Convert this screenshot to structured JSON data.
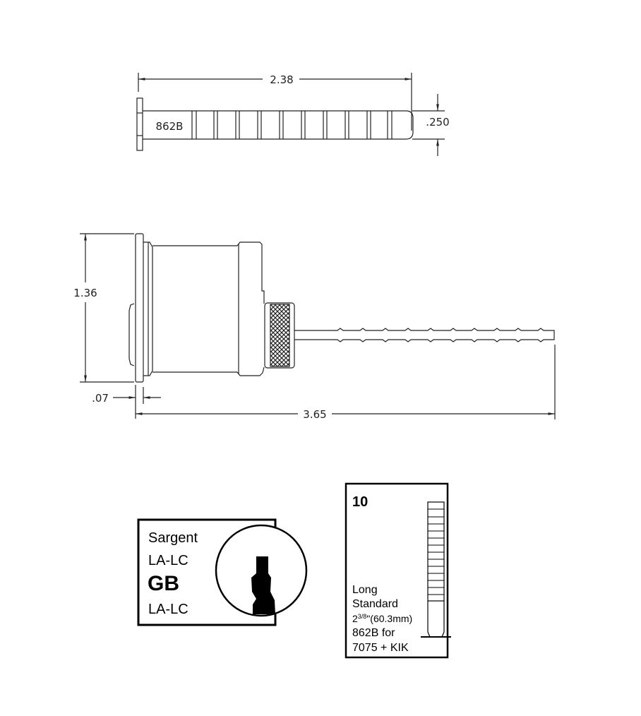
{
  "top_view": {
    "part_label": "862B",
    "length_dim": "2.38",
    "height_dim": ".250"
  },
  "side_view": {
    "height_dim": "1.36",
    "flange_dim": ".07",
    "overall_length_dim": "3.65"
  },
  "keyway_card": {
    "brand": "Sargent",
    "line1": "LA-LC",
    "code": "GB",
    "line2": "LA-LC"
  },
  "tailpiece_card": {
    "number": "10",
    "line1": "Long",
    "line2": "Standard",
    "size_whole": "2",
    "size_frac": "3/8",
    "size_rest": "\"(60.3mm)",
    "line4": "862B for",
    "line5": "7075 + KIK"
  }
}
